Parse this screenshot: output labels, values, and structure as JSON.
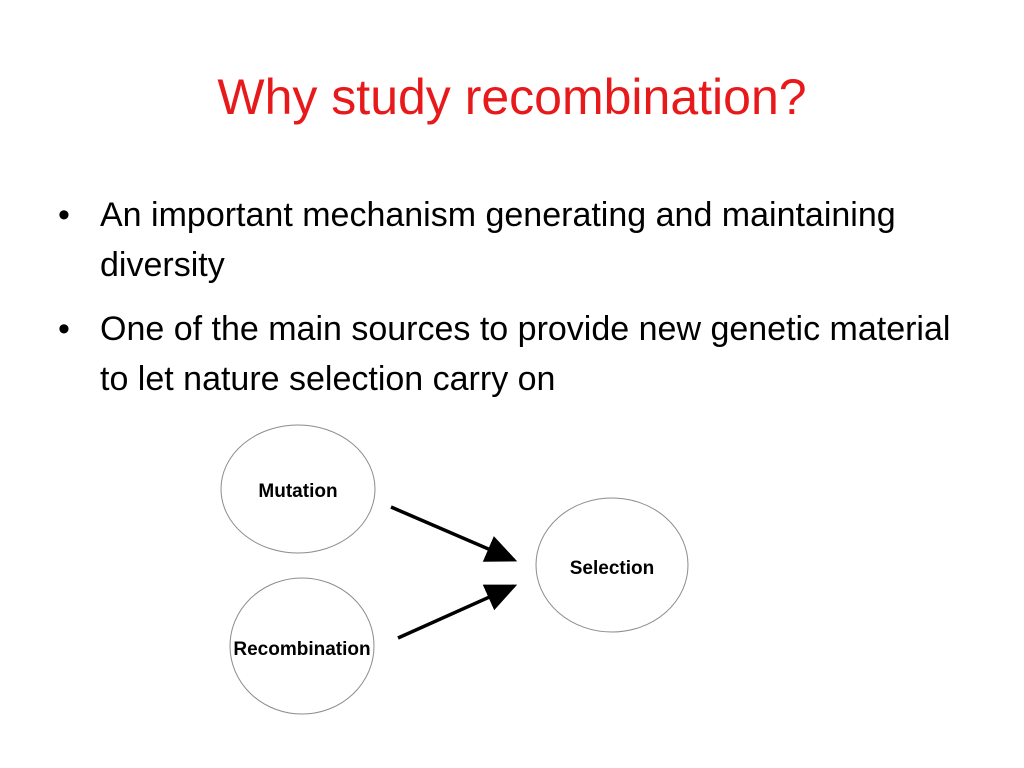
{
  "slide": {
    "title": "Why study recombination?",
    "title_color": "#e8191b",
    "bullets": [
      "An important mechanism generating  and maintaining diversity",
      "One of the main sources to provide new genetic material to let nature selection carry on"
    ]
  },
  "diagram": {
    "nodes": [
      {
        "id": "mutation",
        "label": "Mutation"
      },
      {
        "id": "recombination",
        "label": "Recombination"
      },
      {
        "id": "selection",
        "label": "Selection"
      }
    ],
    "edges": [
      {
        "from": "mutation",
        "to": "selection"
      },
      {
        "from": "recombination",
        "to": "selection"
      }
    ],
    "node_stroke_color": "#8c8c8c",
    "arrow_color": "#000000"
  }
}
